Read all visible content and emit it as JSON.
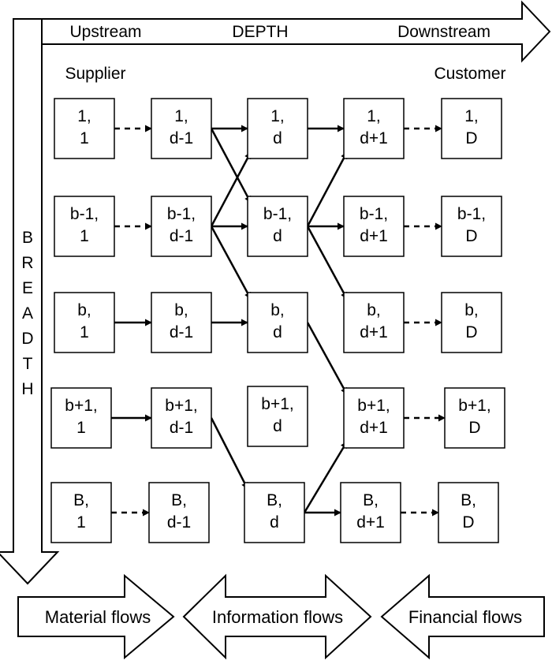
{
  "depth_arrow": {
    "upstream": "Upstream",
    "title": "DEPTH",
    "downstream": "Downstream"
  },
  "breadth_arrow": {
    "letters": [
      "B",
      "R",
      "E",
      "A",
      "D",
      "T",
      "H"
    ]
  },
  "supplier_label": "Supplier",
  "customer_label": "Customer",
  "nodes": [
    [
      [
        "1,",
        "1"
      ],
      [
        "1,",
        "d-1"
      ],
      [
        "1,",
        "d"
      ],
      [
        "1,",
        "d+1"
      ],
      [
        "1,",
        "D"
      ]
    ],
    [
      [
        "b-1,",
        "1"
      ],
      [
        "b-1,",
        "d-1"
      ],
      [
        "b-1,",
        "d"
      ],
      [
        "b-1,",
        "d+1"
      ],
      [
        "b-1,",
        "D"
      ]
    ],
    [
      [
        "b,",
        "1"
      ],
      [
        "b,",
        "d-1"
      ],
      [
        "b,",
        "d"
      ],
      [
        "b,",
        "d+1"
      ],
      [
        "b,",
        "D"
      ]
    ],
    [
      [
        "b+1,",
        "1"
      ],
      [
        "b+1,",
        "d-1"
      ],
      [
        "b+1,",
        "d"
      ],
      [
        "b+1,",
        "d+1"
      ],
      [
        "b+1,",
        "D"
      ]
    ],
    [
      [
        "B,",
        "1"
      ],
      [
        "B,",
        "d-1"
      ],
      [
        "B,",
        "d"
      ],
      [
        "B,",
        "d+1"
      ],
      [
        "B,",
        "D"
      ]
    ]
  ],
  "edges": [
    {
      "from": [
        0,
        0
      ],
      "to": [
        0,
        1
      ],
      "style": "dashed"
    },
    {
      "from": [
        1,
        0
      ],
      "to": [
        1,
        1
      ],
      "style": "dashed"
    },
    {
      "from": [
        2,
        0
      ],
      "to": [
        2,
        1
      ],
      "style": "solid"
    },
    {
      "from": [
        3,
        0
      ],
      "to": [
        3,
        1
      ],
      "style": "solid"
    },
    {
      "from": [
        4,
        0
      ],
      "to": [
        4,
        1
      ],
      "style": "dashed"
    },
    {
      "from": [
        0,
        1
      ],
      "to": [
        0,
        2
      ],
      "style": "solid"
    },
    {
      "from": [
        0,
        1
      ],
      "to": [
        1,
        2
      ],
      "style": "solid"
    },
    {
      "from": [
        1,
        1
      ],
      "to": [
        0,
        2
      ],
      "style": "solid"
    },
    {
      "from": [
        1,
        1
      ],
      "to": [
        1,
        2
      ],
      "style": "solid"
    },
    {
      "from": [
        1,
        1
      ],
      "to": [
        2,
        2
      ],
      "style": "solid"
    },
    {
      "from": [
        2,
        1
      ],
      "to": [
        2,
        2
      ],
      "style": "solid"
    },
    {
      "from": [
        3,
        1
      ],
      "to": [
        4,
        2
      ],
      "style": "solid"
    },
    {
      "from": [
        0,
        2
      ],
      "to": [
        0,
        3
      ],
      "style": "solid"
    },
    {
      "from": [
        1,
        2
      ],
      "to": [
        0,
        3
      ],
      "style": "solid"
    },
    {
      "from": [
        1,
        2
      ],
      "to": [
        1,
        3
      ],
      "style": "solid"
    },
    {
      "from": [
        1,
        2
      ],
      "to": [
        2,
        3
      ],
      "style": "solid"
    },
    {
      "from": [
        2,
        2
      ],
      "to": [
        3,
        3
      ],
      "style": "solid"
    },
    {
      "from": [
        4,
        2
      ],
      "to": [
        3,
        3
      ],
      "style": "solid"
    },
    {
      "from": [
        4,
        2
      ],
      "to": [
        4,
        3
      ],
      "style": "solid"
    },
    {
      "from": [
        0,
        3
      ],
      "to": [
        0,
        4
      ],
      "style": "dashed"
    },
    {
      "from": [
        1,
        3
      ],
      "to": [
        1,
        4
      ],
      "style": "dashed"
    },
    {
      "from": [
        2,
        3
      ],
      "to": [
        2,
        4
      ],
      "style": "dashed"
    },
    {
      "from": [
        3,
        3
      ],
      "to": [
        3,
        4
      ],
      "style": "dashed"
    },
    {
      "from": [
        4,
        3
      ],
      "to": [
        4,
        4
      ],
      "style": "dashed"
    }
  ],
  "flows": {
    "material": "Material flows",
    "information": "Information flows",
    "financial": "Financial flows"
  }
}
